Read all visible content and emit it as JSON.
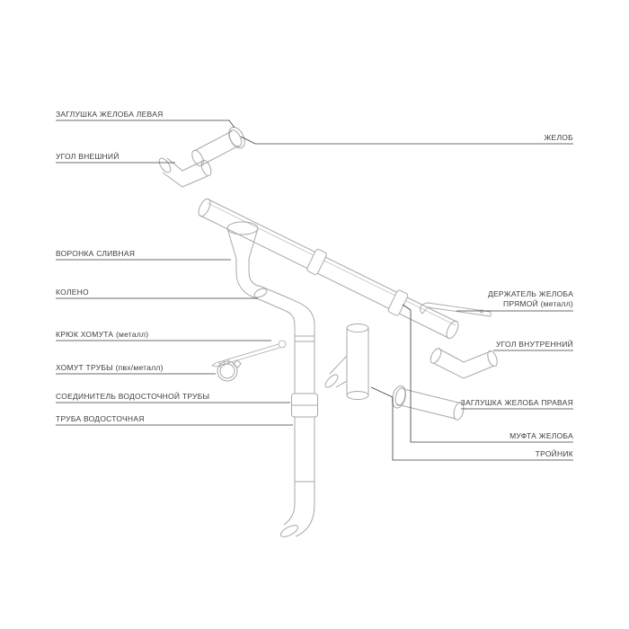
{
  "page": {
    "background_color": "#ffffff",
    "drawing_stroke_color": "#a8a8a8",
    "leader_line_color": "#3c3c3c",
    "label_text_color": "#3d3d3d"
  },
  "diagram": {
    "labels": {
      "left": [
        {
          "id": "gutter-end-cap-left",
          "text": "ЗАГЛУШКА ЖЕЛОБА ЛЕВАЯ"
        },
        {
          "id": "outer-corner",
          "text": "УГОЛ ВНЕШНИЙ"
        },
        {
          "id": "drain-funnel",
          "text": "ВОРОНКА СЛИВНАЯ"
        },
        {
          "id": "elbow",
          "text": "КОЛЕНО"
        },
        {
          "id": "clamp-hook",
          "text": "КРЮК ХОМУТА (металл)"
        },
        {
          "id": "pipe-clamp",
          "text": "ХОМУТ ТРУБЫ (пвх/металл)"
        },
        {
          "id": "downpipe-connector",
          "text": "СОЕДИНИТЕЛЬ ВОДОСТОЧНОЙ ТРУБЫ"
        },
        {
          "id": "downpipe",
          "text": "ТРУБА ВОДОСТОЧНАЯ"
        }
      ],
      "right": [
        {
          "id": "gutter",
          "text": "ЖЕЛОБ"
        },
        {
          "id": "gutter-holder-straight",
          "text": "ДЕРЖАТЕЛЬ ЖЕЛОБА ПРЯМОЙ (металл)",
          "line1": "ДЕРЖАТЕЛЬ ЖЕЛОБА",
          "line2": "ПРЯМОЙ (металл)"
        },
        {
          "id": "inner-corner",
          "text": "УГОЛ ВНУТРЕННИЙ"
        },
        {
          "id": "gutter-end-cap-right",
          "text": "ЗАГЛУШКА ЖЕЛОБА ПРАВАЯ"
        },
        {
          "id": "gutter-coupling",
          "text": "МУФТА ЖЕЛОБА"
        },
        {
          "id": "tee",
          "text": "ТРОЙНИК"
        }
      ]
    }
  }
}
